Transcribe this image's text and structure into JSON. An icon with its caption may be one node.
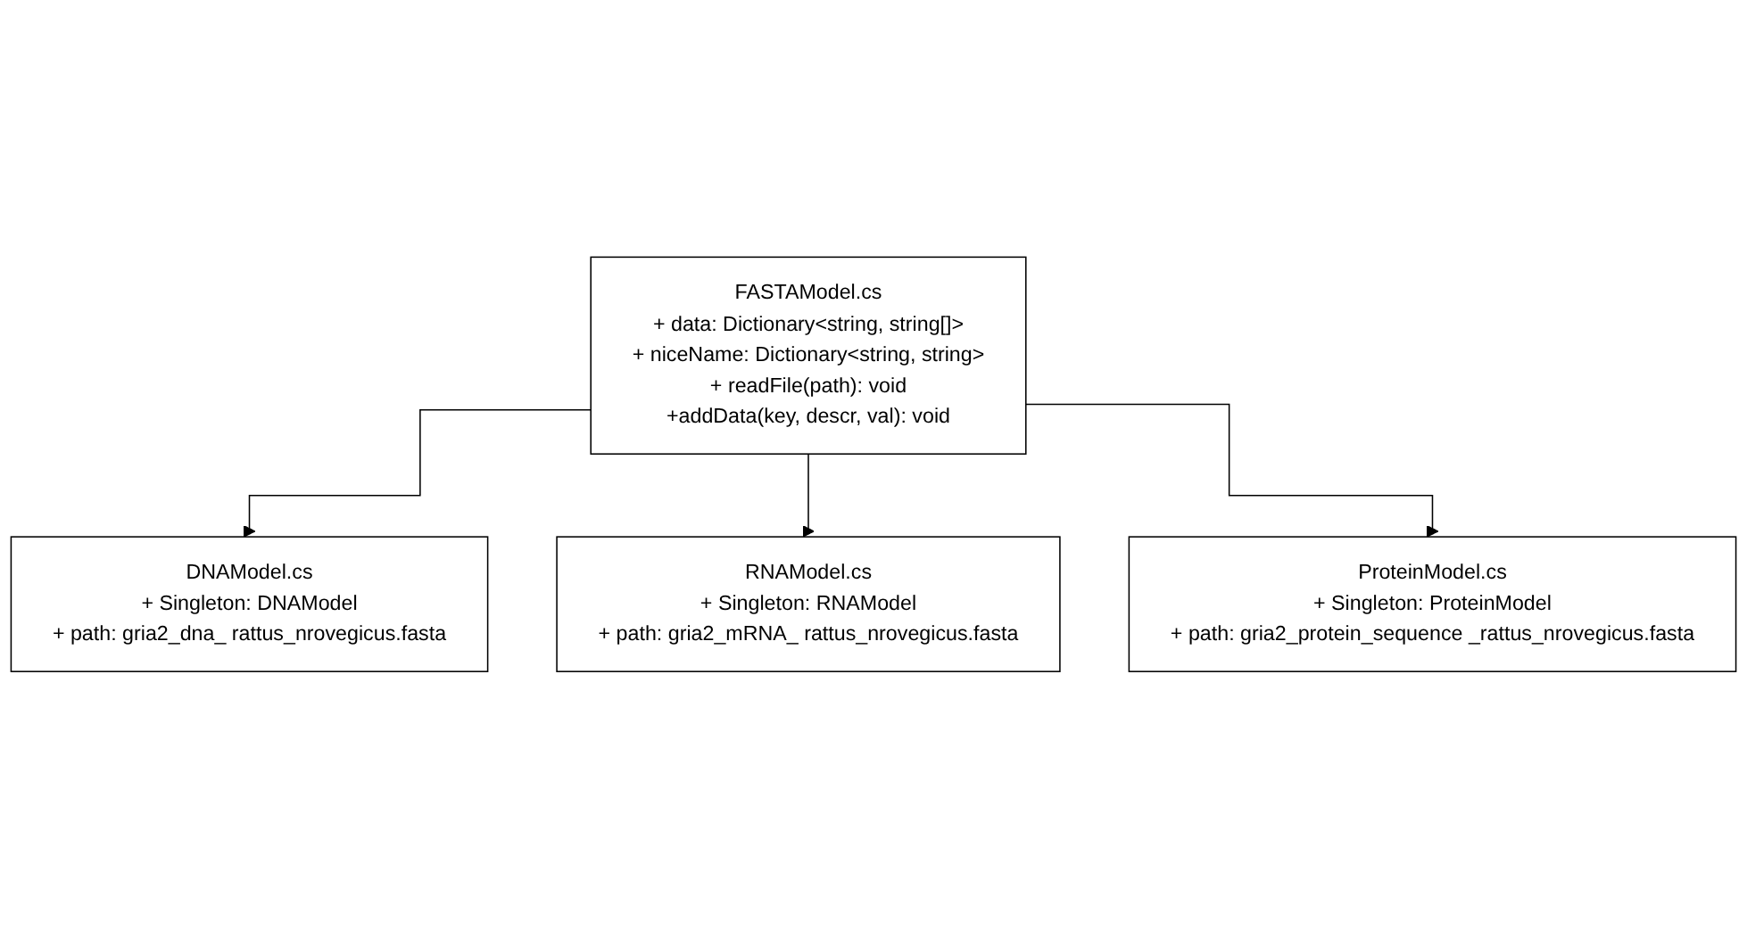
{
  "diagram": {
    "nodes": [
      {
        "text": [
          "FASTAModel.cs",
          "+ data: Dictionary<string, string[]>",
          "+ niceName: Dictionary<string, string>",
          "+ readFile(path): void",
          "+addData(key, descr, val): void"
        ]
      },
      {
        "text": [
          "DNAModel.cs",
          "+ Singleton: DNAModel",
          "+ path: gria2_dna_ rattus_nrovegicus.fasta"
        ]
      },
      {
        "text": [
          "RNAModel.cs",
          "+ Singleton: RNAModel",
          "+ path: gria2_mRNA_ rattus_nrovegicus.fasta"
        ]
      },
      {
        "text": [
          "ProteinModel.cs",
          "+ Singleton: ProteinModel",
          "+ path: gria2_protein_sequence _rattus_nrovegicus.fasta"
        ]
      }
    ],
    "edges": [
      {
        "from": 0,
        "to": 1,
        "arrow": "to"
      },
      {
        "from": 0,
        "to": 2,
        "arrow": "to"
      },
      {
        "from": 0,
        "to": 3,
        "arrow": "to"
      }
    ]
  }
}
